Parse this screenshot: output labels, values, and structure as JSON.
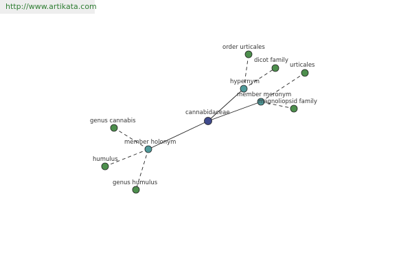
{
  "site": {
    "url_text": "http://www.artikata.com"
  },
  "colors": {
    "center": "#3f4a8c",
    "relation": "#4f9a9a",
    "leaf": "#4d8f4d",
    "url": "#2e7d32"
  },
  "graph": {
    "nodes": [
      {
        "id": "cannabidaceae",
        "label": "cannabidaceae",
        "kind": "center"
      },
      {
        "id": "hypernym",
        "label": "hypernym",
        "kind": "relation"
      },
      {
        "id": "member-meronym",
        "label": "member meronym",
        "kind": "relation"
      },
      {
        "id": "member-holonym",
        "label": "member holonym",
        "kind": "relation"
      },
      {
        "id": "order-urticales",
        "label": "order urticales",
        "kind": "leaf"
      },
      {
        "id": "dicot-family",
        "label": "dicot family",
        "kind": "leaf"
      },
      {
        "id": "urticales",
        "label": "urticales",
        "kind": "leaf"
      },
      {
        "id": "magnoliopsid-family",
        "label": "magnoliopsid family",
        "kind": "leaf"
      },
      {
        "id": "genus-cannabis",
        "label": "genus cannabis",
        "kind": "leaf"
      },
      {
        "id": "humulus",
        "label": "humulus",
        "kind": "leaf"
      },
      {
        "id": "genus-humulus",
        "label": "genus humulus",
        "kind": "leaf"
      }
    ],
    "edges": [
      {
        "from": "cannabidaceae",
        "to": "hypernym",
        "style": "solid"
      },
      {
        "from": "cannabidaceae",
        "to": "member-meronym",
        "style": "solid"
      },
      {
        "from": "cannabidaceae",
        "to": "member-holonym",
        "style": "solid"
      },
      {
        "from": "hypernym",
        "to": "order-urticales",
        "style": "dashed"
      },
      {
        "from": "hypernym",
        "to": "dicot-family",
        "style": "dashed"
      },
      {
        "from": "member-meronym",
        "to": "urticales",
        "style": "dashed"
      },
      {
        "from": "member-meronym",
        "to": "magnoliopsid-family",
        "style": "dashed"
      },
      {
        "from": "member-holonym",
        "to": "genus-cannabis",
        "style": "dashed"
      },
      {
        "from": "member-holonym",
        "to": "humulus",
        "style": "dashed"
      },
      {
        "from": "member-holonym",
        "to": "genus-humulus",
        "style": "dashed"
      }
    ]
  }
}
